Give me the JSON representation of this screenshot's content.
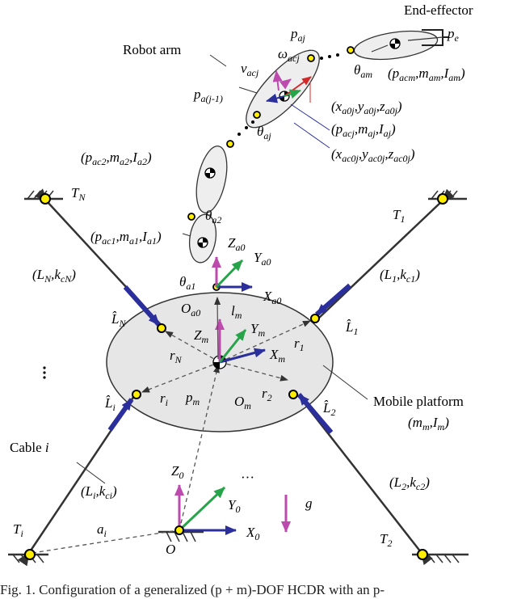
{
  "labels": {
    "end_effector": "End-effector",
    "robot_arm": "Robot arm",
    "mobile_platform": "Mobile platform",
    "mobile_platform_params": "(m",
    "cable_i": "Cable",
    "dots_ellipsis": "···"
  },
  "caption": "Fig. 1.   Configuration of a generalized (p + m)-DOF HCDR with an p-",
  "colors": {
    "cable": "#333333",
    "platform_fill": "#e6e6e6",
    "arm_fill": "#eeeeee",
    "joint": "#ffee00",
    "blue_arrow": "#2b2f9c",
    "green_arrow": "#27a34a",
    "magenta_arrow": "#bd4aad",
    "red_arrow": "#d42a2a",
    "dashed": "#555555"
  },
  "icons": [
    "anchor-hatch-icon",
    "center-of-mass-icon",
    "joint-dot-icon",
    "gripper-icon"
  ]
}
